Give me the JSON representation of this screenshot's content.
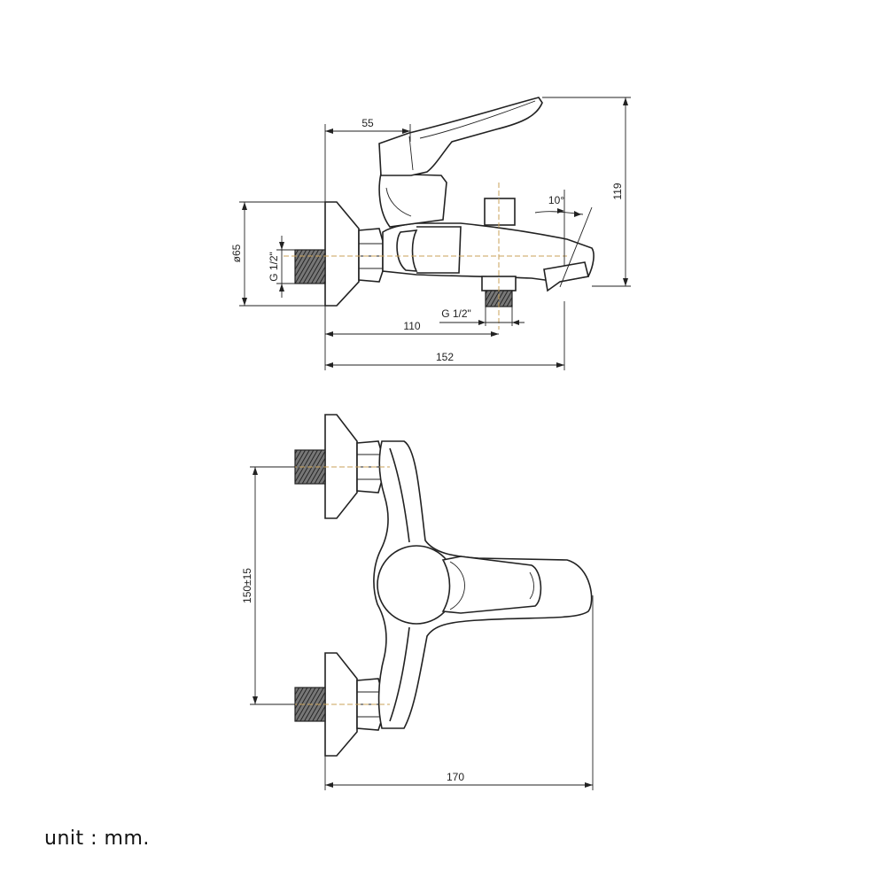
{
  "drawing": {
    "side_view": {
      "dim_handle_offset": "55",
      "dim_height": "119",
      "dim_angle": "10°",
      "dim_flange_dia": "ø65",
      "dim_thread_inlet": "G 1/2\"",
      "dim_thread_outlet": "G 1/2\"",
      "dim_outlet_offset": "110",
      "dim_depth": "152"
    },
    "top_view": {
      "dim_spacing": "150±15",
      "dim_width": "170"
    }
  },
  "footer": {
    "unit_note": "unit : mm."
  }
}
